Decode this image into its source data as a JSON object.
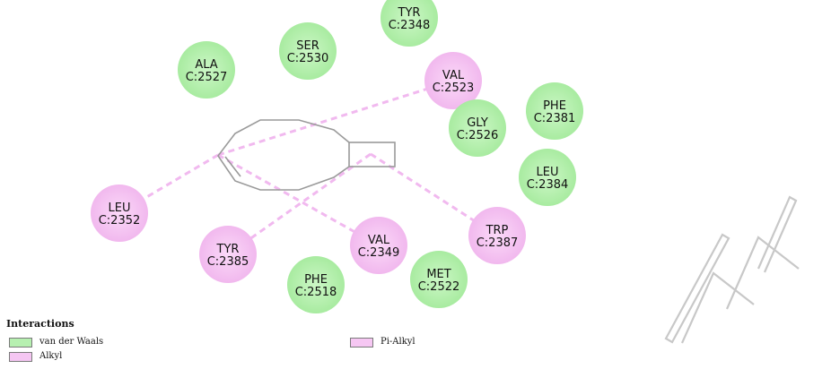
{
  "colors": {
    "van_der_waals": "#b6f0b0",
    "alkyl": "#f5c6f2",
    "pi_alkyl": "#f6c7f3",
    "interaction_line": "#f1b9ef",
    "ligand_bond": "#9a9a9a"
  },
  "residues": [
    {
      "id": "tyr2348",
      "name": "TYR",
      "code": "C:2348",
      "type": "van_der_waals"
    },
    {
      "id": "ser2530",
      "name": "SER",
      "code": "C:2530",
      "type": "van_der_waals"
    },
    {
      "id": "ala2527",
      "name": "ALA",
      "code": "C:2527",
      "type": "van_der_waals"
    },
    {
      "id": "val2523",
      "name": "VAL",
      "code": "C:2523",
      "type": "alkyl"
    },
    {
      "id": "phe2381",
      "name": "PHE",
      "code": "C:2381",
      "type": "van_der_waals"
    },
    {
      "id": "gly2526",
      "name": "GLY",
      "code": "C:2526",
      "type": "van_der_waals"
    },
    {
      "id": "leu2384",
      "name": "LEU",
      "code": "C:2384",
      "type": "van_der_waals"
    },
    {
      "id": "leu2352",
      "name": "LEU",
      "code": "C:2352",
      "type": "alkyl"
    },
    {
      "id": "trp2387",
      "name": "TRP",
      "code": "C:2387",
      "type": "alkyl"
    },
    {
      "id": "tyr2385",
      "name": "TYR",
      "code": "C:2385",
      "type": "alkyl"
    },
    {
      "id": "val2349",
      "name": "VAL",
      "code": "C:2349",
      "type": "alkyl"
    },
    {
      "id": "phe2518",
      "name": "PHE",
      "code": "C:2518",
      "type": "van_der_waals"
    },
    {
      "id": "met2522",
      "name": "MET",
      "code": "C:2522",
      "type": "van_der_waals"
    }
  ],
  "interactions": [
    {
      "ligand_site": "ring",
      "residue": "val2523"
    },
    {
      "ligand_site": "ring",
      "residue": "leu2352"
    },
    {
      "ligand_site": "ring",
      "residue": "val2349"
    },
    {
      "ligand_site": "cyclobutane",
      "residue": "tyr2385"
    },
    {
      "ligand_site": "cyclobutane",
      "residue": "trp2387"
    }
  ],
  "legend": {
    "title": "Interactions",
    "items": [
      {
        "label": "van der Waals",
        "type": "van_der_waals"
      },
      {
        "label": "Alkyl",
        "type": "alkyl"
      },
      {
        "label": "Pi-Alkyl",
        "type": "pi_alkyl"
      }
    ]
  }
}
